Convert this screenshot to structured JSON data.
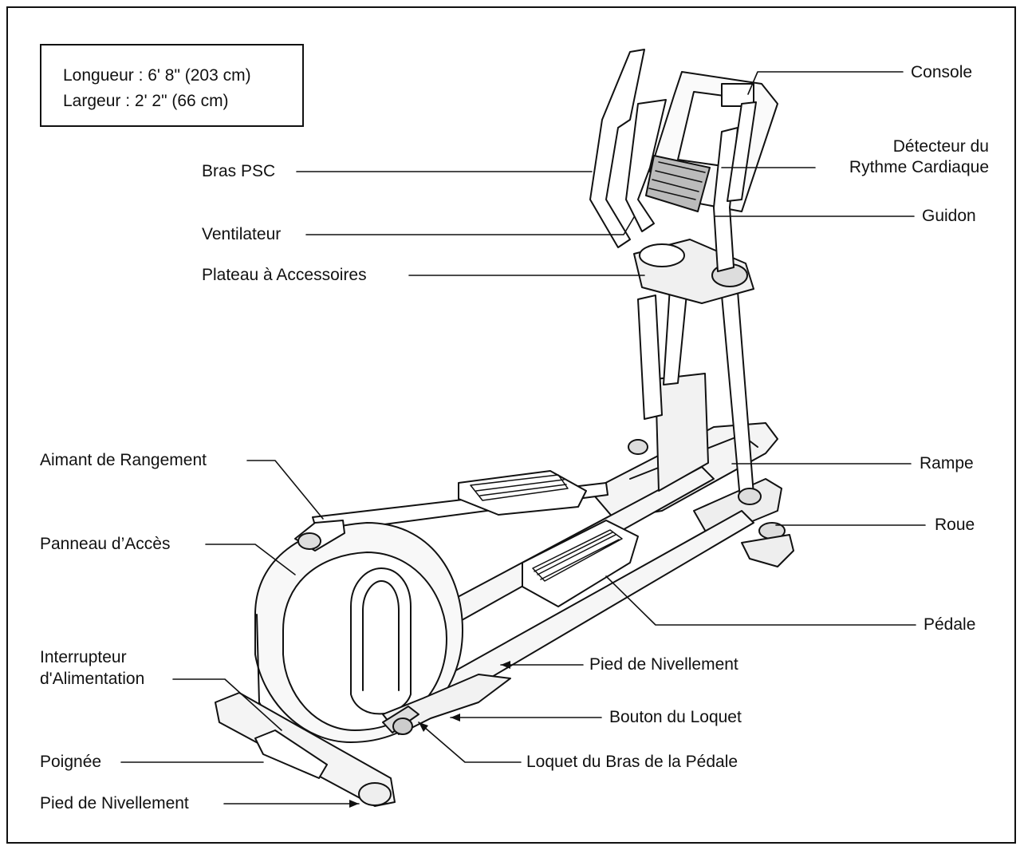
{
  "dimensions": {
    "length": "Longueur :  6' 8\" (203 cm)",
    "width": "Largeur :  2' 2\" (66 cm)"
  },
  "labels": {
    "console": "Console",
    "heart_sensor_1": "Détecteur du",
    "heart_sensor_2": "Rythme Cardiaque",
    "handlebar": "Guidon",
    "arm": "Bras PSC",
    "fan": "Ventilateur",
    "tray": "Plateau à Accessoires",
    "magnet": "Aimant de Rangement",
    "rail": "Rampe",
    "wheel": "Roue",
    "access_panel": "Panneau d’Accès",
    "pedal": "Pédale",
    "power_1": "Interrupteur",
    "power_2": "d'Alimentation",
    "leveling_foot_mid": "Pied de Nivellement",
    "latch_button": "Bouton du Loquet",
    "handle": "Poignée",
    "pedal_arm_latch": "Loquet du Bras de la Pédale",
    "leveling_foot_front": "Pied de Nivellement"
  }
}
